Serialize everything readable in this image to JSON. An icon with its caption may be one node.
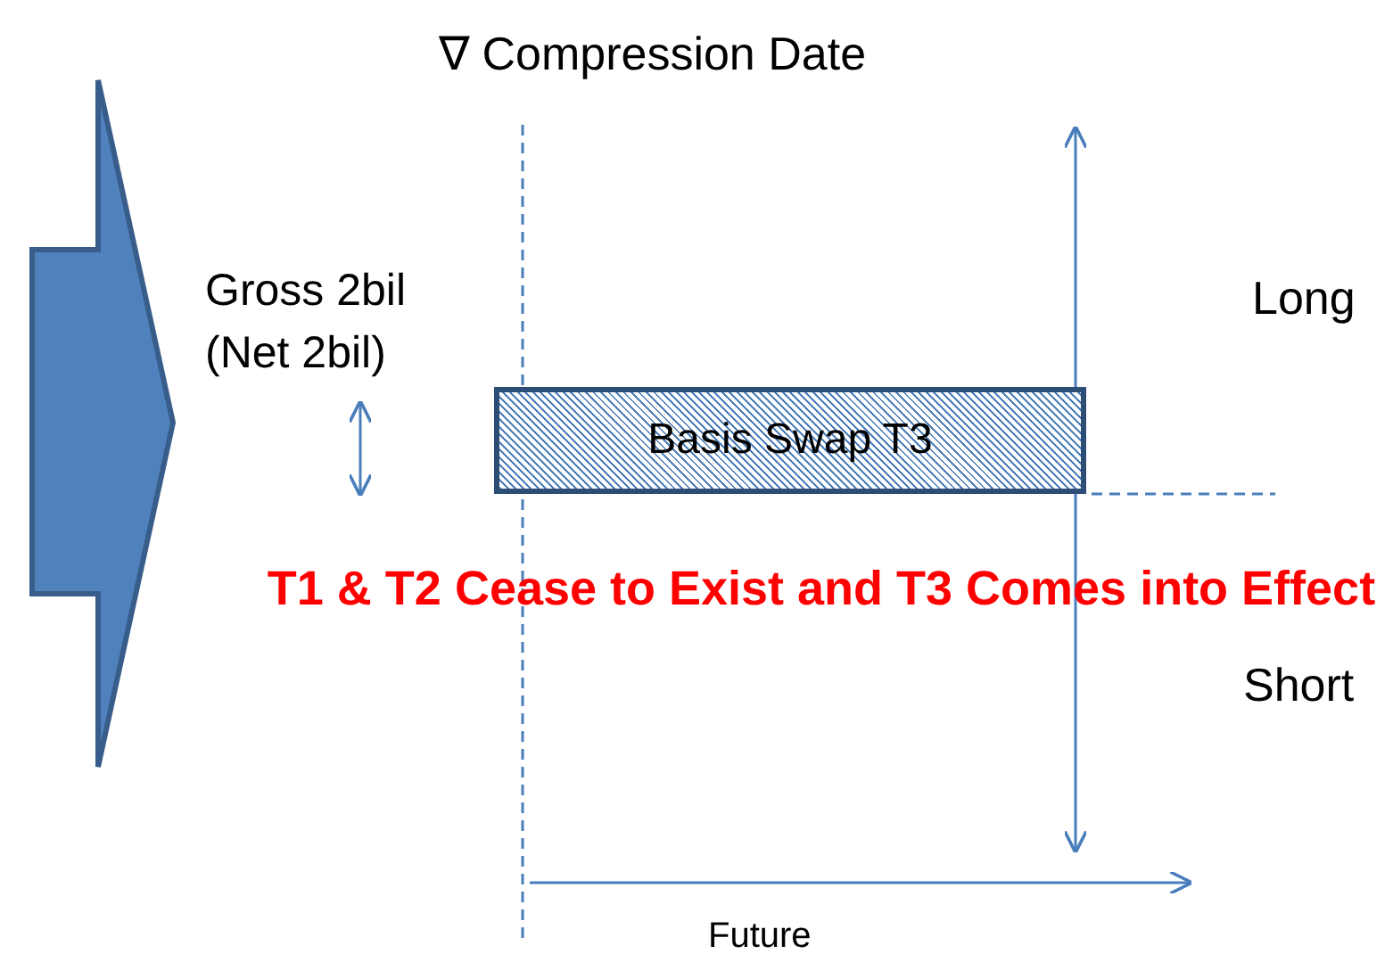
{
  "diagram": {
    "nodes": [
      {
        "text": [
          "Basis Swap T3"
        ]
      }
    ],
    "labels": [
      "∇ Compression Date",
      "Gross 2bil (Net 2bil)",
      "Long",
      "T1 & T2 Cease to Exist and T3 Comes into Effect",
      "Short",
      "Future"
    ]
  }
}
